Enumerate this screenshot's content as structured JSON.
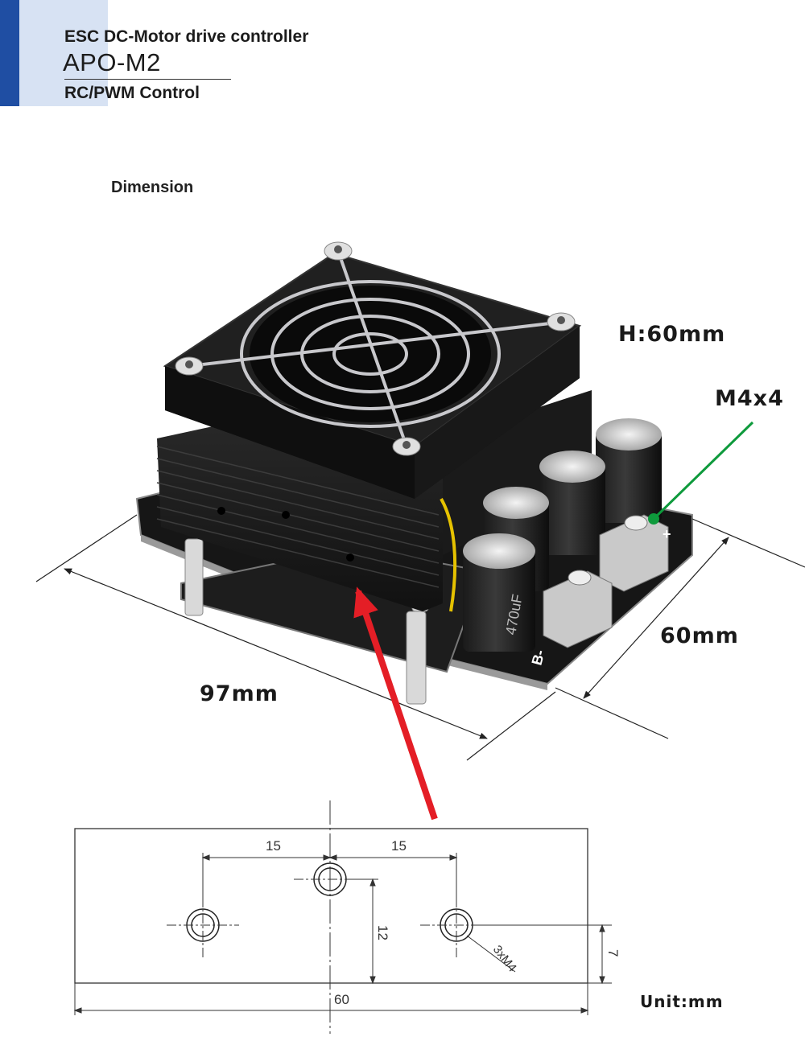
{
  "header": {
    "line1": "ESC  DC-Motor drive controller",
    "model": "APO-M2",
    "line3": "RC/PWM Control"
  },
  "section_title": "Dimension",
  "labels": {
    "height": "H:60mm",
    "screw": "M4x4",
    "width": "60mm",
    "length": "97mm"
  },
  "pcb_marks": {
    "b_minus": "B-",
    "b_plus": "+"
  },
  "capacitor_text": "470uF",
  "drawing": {
    "dim_left": "15",
    "dim_right": "15",
    "dim_vertical": "12",
    "dim_small": "7",
    "dim_total": "60",
    "hole_callout": "3xM4"
  },
  "unit_label": "Unit:mm",
  "colors": {
    "brand_blue": "#1f4ea3",
    "panel_blue": "#d7e2f3",
    "arrow_red": "#e41e26",
    "leader_green": "#0e9a3c"
  }
}
